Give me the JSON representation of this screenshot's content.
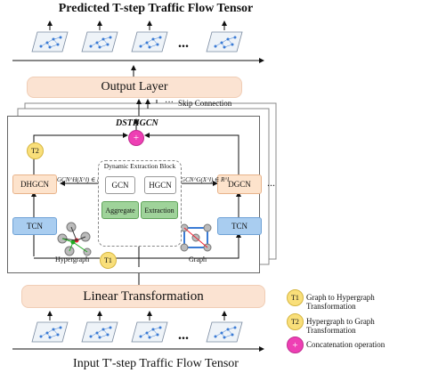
{
  "titles": {
    "top": "Predicted T-step Traffic Flow Tensor",
    "bottom": "Input T'-step Traffic Flow Tensor"
  },
  "layers": {
    "output": "Output Layer",
    "linear": "Linear Transformation",
    "skip": "Skip Connection",
    "dots": "···"
  },
  "module": {
    "name": "DSTHGCN",
    "dynamic_block": "Dynamic Extraction Block",
    "dhgcn": "DHGCN",
    "dgcn": "DGCN",
    "tcn_left": "TCN",
    "tcn_right": "TCN",
    "gcn": "GCN",
    "hgcn": "HGCN",
    "aggregate": "Aggregate",
    "extraction": "Extraction",
    "hypergraph": "Hypergraph",
    "graph": "Graph",
    "formula_left": "GCN^H(X^l) ∈ R^l",
    "formula_right": "HGCN^G(X^l) ∈ R^l",
    "t1": "T1",
    "t2": "T2",
    "plus": "+"
  },
  "ellipsis": {
    "top": "...",
    "bottom": "...",
    "right": "..."
  },
  "legend": [
    {
      "symbol": "T1",
      "label": "Graph to Hypergraph Transformation",
      "color": "#f9df7a"
    },
    {
      "symbol": "T2",
      "label": "Hypergraph to Graph Transformation",
      "color": "#f9df7a"
    },
    {
      "symbol": "+",
      "label": "Concatenation operation",
      "color": "#ee3fb4"
    }
  ],
  "colors": {
    "peach": "#fbe3d2",
    "blue": "#a9cdf0",
    "green": "#9fd39a",
    "orange": "#fde3cc",
    "yellow": "#f9df7a",
    "magenta": "#ee3fb4"
  }
}
